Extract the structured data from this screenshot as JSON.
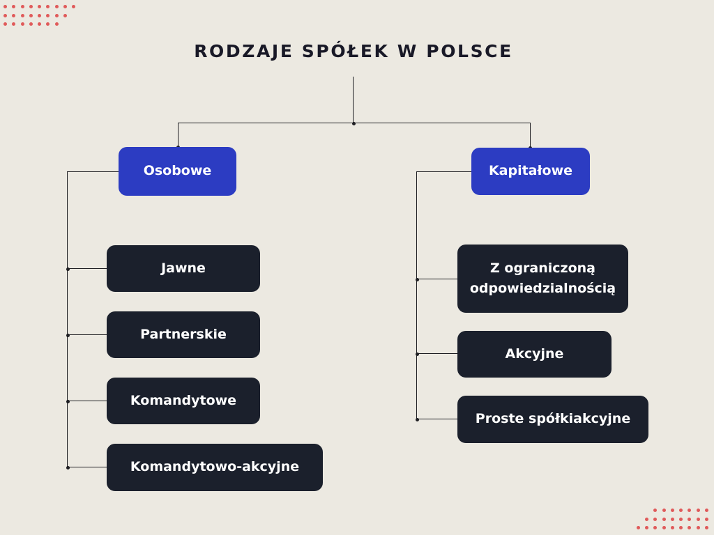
{
  "title": "RODZAJE SPÓŁEK W POLSCE",
  "categories": [
    {
      "label": "Osobowe",
      "children": [
        "Jawne",
        "Partnerskie",
        "Komandytowe",
        "Komandytowo-akcyjne"
      ]
    },
    {
      "label": "Kapitałowe",
      "children": [
        "Z ograniczoną odpowiedzialnością",
        "Akcyjne",
        "Proste spółkiakcyjne"
      ]
    }
  ],
  "colors": {
    "background": "#ECE9E1",
    "primary_box": "#2C3CC2",
    "secondary_box": "#1B202C",
    "line": "#1F1F23",
    "title_text": "#191927",
    "box_text": "#FFFFFF",
    "dots": "#E05A5A"
  },
  "decor": {
    "top_left_rows": [
      9,
      8,
      7
    ],
    "bottom_right_rows": [
      7,
      8,
      9
    ]
  }
}
